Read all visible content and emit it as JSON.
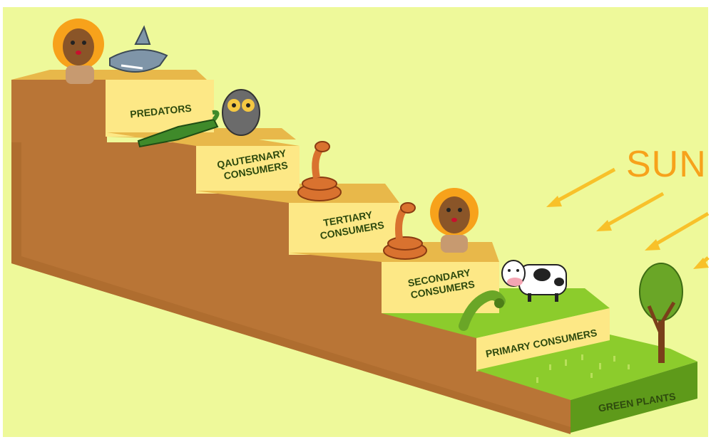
{
  "diagram": {
    "sun_label": "SUN",
    "levels": [
      {
        "id": "green-plants",
        "label_lines": [
          "GREEN PLANTS"
        ]
      },
      {
        "id": "primary-consumers",
        "label_lines": [
          "PRIMARY CONSUMERS"
        ]
      },
      {
        "id": "secondary-consumers",
        "label_lines": [
          "SECONDARY",
          "CONSUMERS"
        ]
      },
      {
        "id": "tertiary-consumers",
        "label_lines": [
          "TERTIARY",
          "CONSUMERS"
        ]
      },
      {
        "id": "quaternary-consumers",
        "label_lines": [
          "QAUTERNARY",
          "CONSUMERS"
        ]
      },
      {
        "id": "predators",
        "label_lines": [
          "PREDATORS"
        ]
      }
    ],
    "organisms": [
      "tree-icon",
      "caterpillar-icon",
      "cow-icon",
      "snake-icon",
      "lion-icon",
      "crocodile-icon",
      "owl-icon",
      "shark-icon"
    ],
    "colors": {
      "background": "#eef99a",
      "step_top": "#e8b84a",
      "step_riser": "#fde886",
      "side": "#b97536",
      "grass_top": "#8ccc2c",
      "grass_riser": "#5e9a1a",
      "label": "#2e4a0e",
      "sun": "#f7a21b",
      "ray": "#f8c12a"
    }
  }
}
